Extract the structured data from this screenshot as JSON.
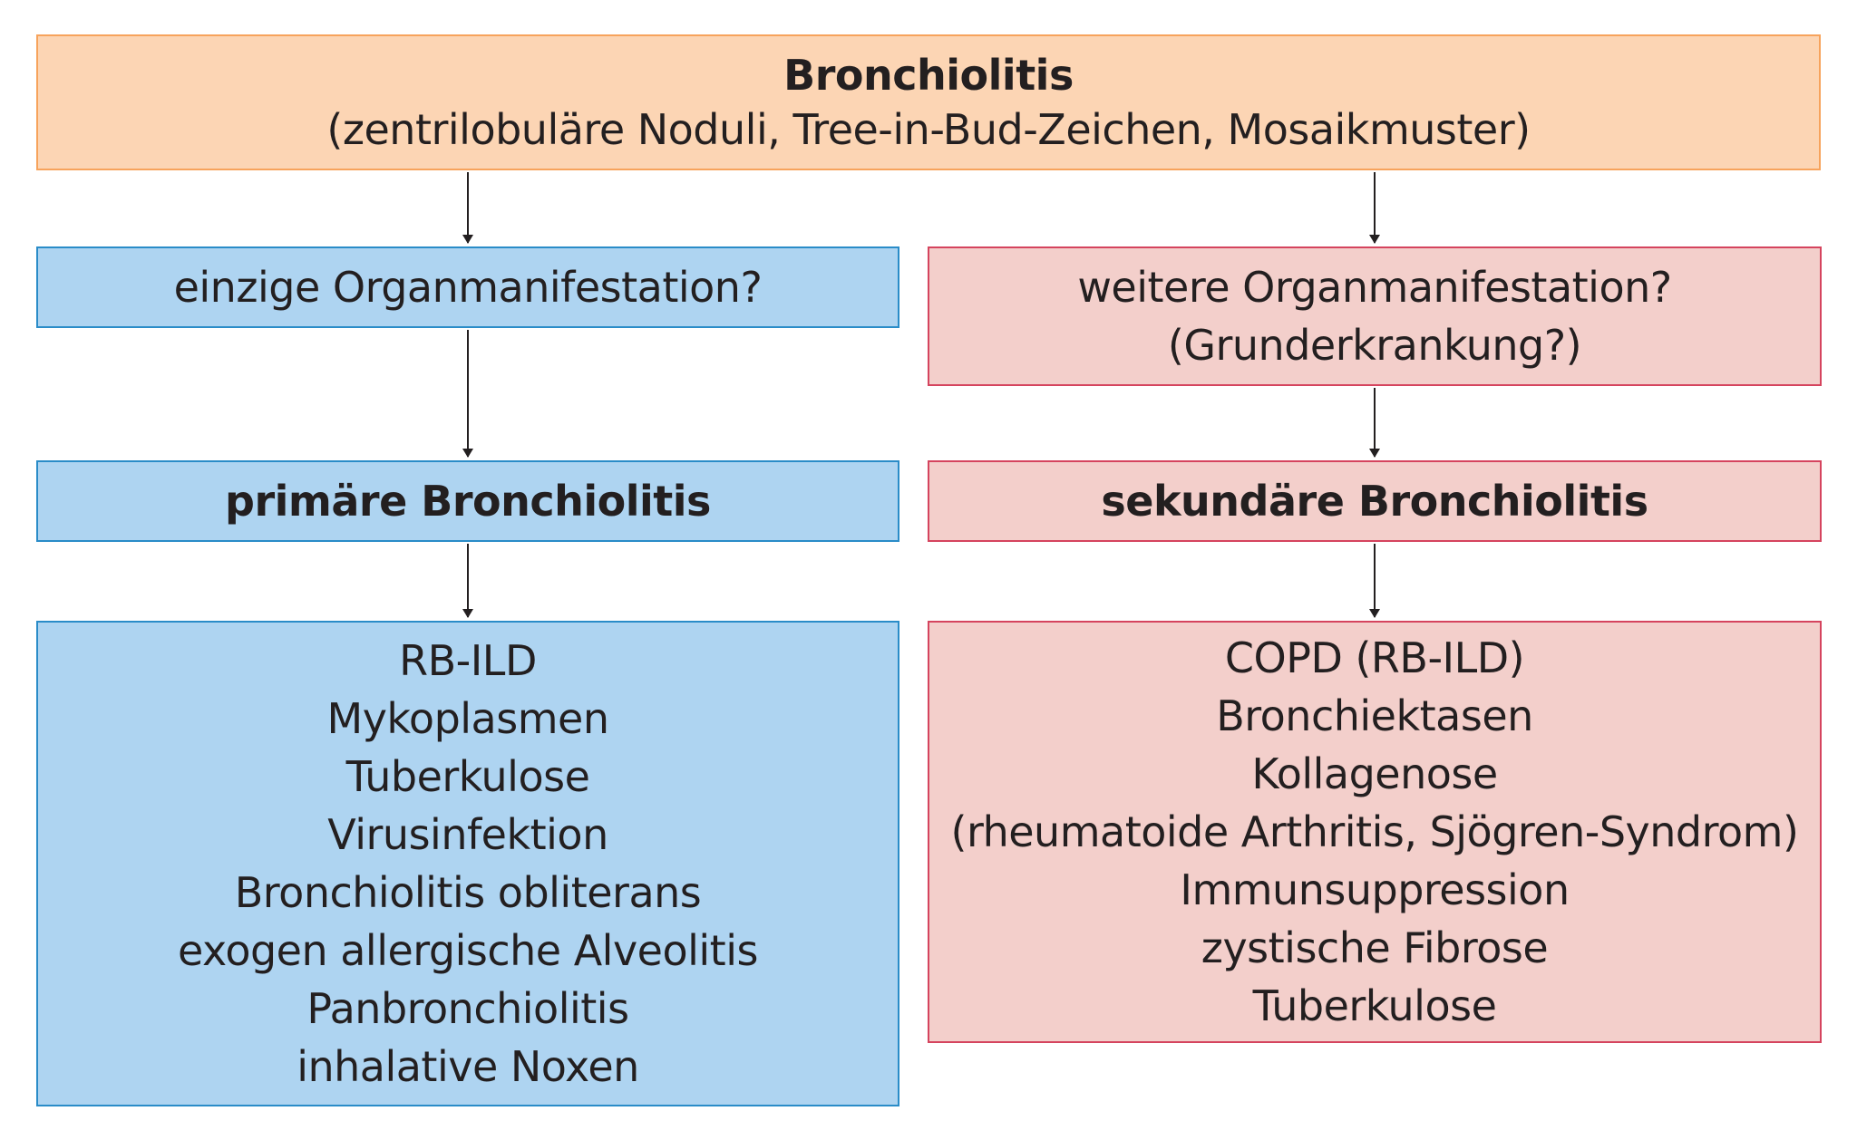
{
  "top": {
    "title": "Bronchiolitis",
    "subtitle": "(zentrilobuläre Noduli, Tree-in-Bud-Zeichen, Mosaikmuster)"
  },
  "left": {
    "question": "einzige Organmanifestation?",
    "type": "primäre Bronchiolitis",
    "items": [
      "RB-ILD",
      "Mykoplasmen",
      "Tuberkulose",
      "Virusinfektion",
      "Bronchiolitis obliterans",
      "exogen allergische Alveolitis",
      "Panbronchiolitis",
      "inhalative Noxen"
    ]
  },
  "right": {
    "question_line1": "weitere Organmanifestation?",
    "question_line2": "(Grunderkrankung?)",
    "type": "sekundäre Bronchiolitis",
    "items": [
      "COPD (RB-ILD)",
      "Bronchiektasen",
      "Kollagenose",
      "(rheumatoide Arthritis, Sjögren-Syndrom)",
      "Immunsuppression",
      "zystische Fibrose",
      "Tuberkulose"
    ]
  },
  "colors": {
    "orange_fill": "#fcd5b4",
    "blue_fill": "#aed4f1",
    "red_fill": "#f3cfcb"
  }
}
